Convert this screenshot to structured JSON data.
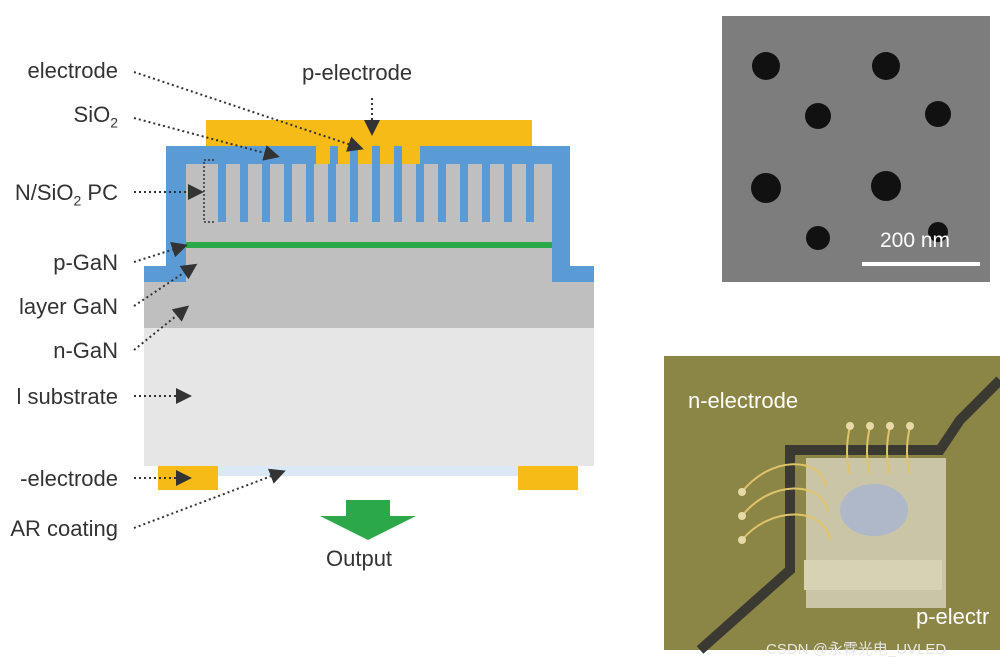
{
  "diagram": {
    "left_labels": [
      "electrode",
      "SiO",
      "N/SiO",
      "p-GaN",
      "layer GaN",
      "n-GaN",
      "l substrate",
      "-electrode",
      "AR coating"
    ],
    "sio2_sub": "2",
    "pc_sub": "2",
    "pc_suffix": " PC",
    "top_label": "p-electrode",
    "output_label": "Output",
    "colors": {
      "gold": "#f6bb17",
      "blue": "#5b9bd5",
      "gray_layer": "#bfbfbf",
      "substrate": "#e6e6e6",
      "green": "#2aa84a",
      "ar": "#dbe9f6"
    }
  },
  "sem_image": {
    "scale_label": "200 nm"
  },
  "device_photo": {
    "n_label": "n-electrode",
    "p_label": "p-electr"
  },
  "watermark": "CSDN @永霖光电_UVLED"
}
